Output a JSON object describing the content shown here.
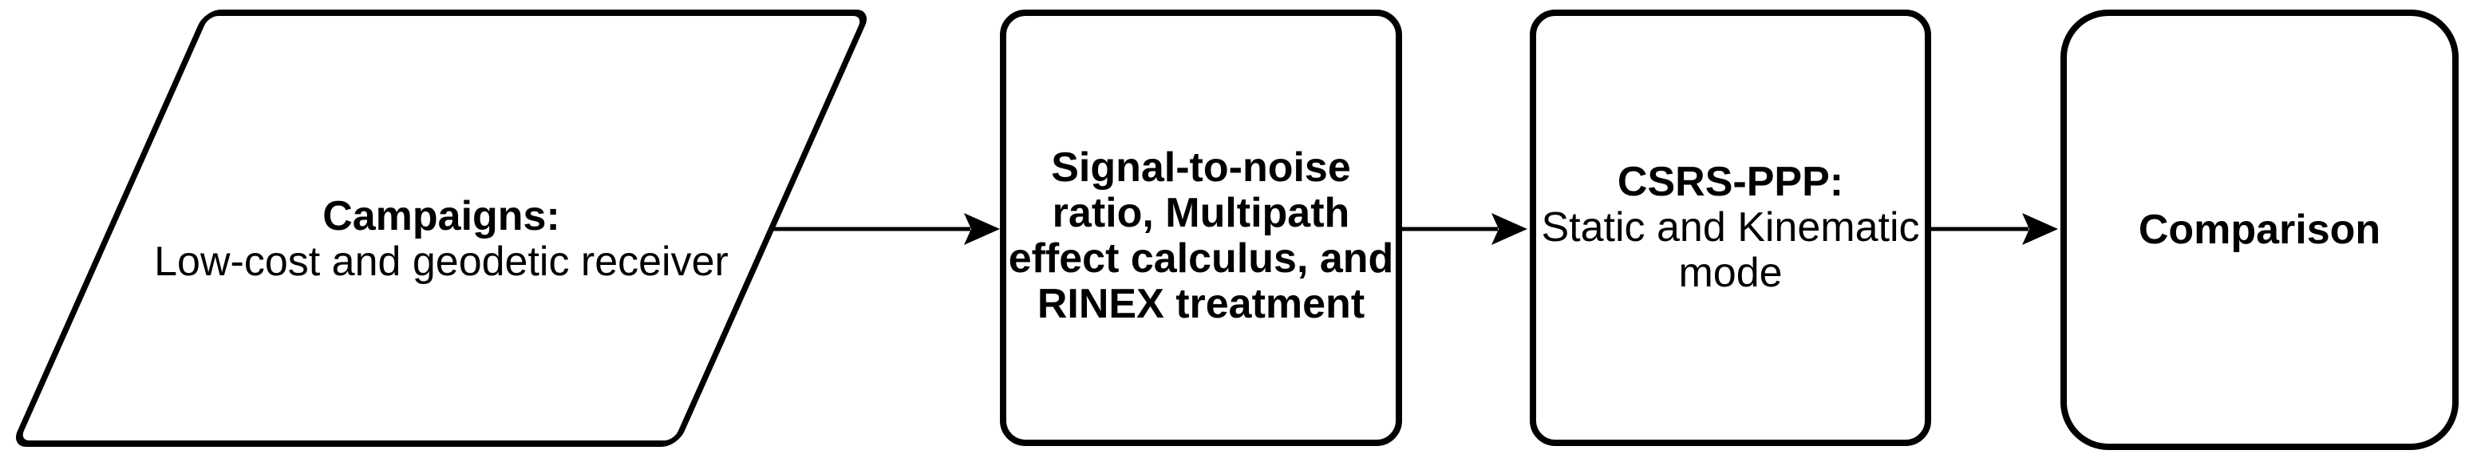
{
  "canvas": {
    "background_color": "#ffffff",
    "stroke_color": "#000000"
  },
  "flowchart": {
    "nodes": [
      {
        "id": "campaigns",
        "shape": "parallelogram",
        "title": "Campaigns:",
        "body": "Low-cost and geodetic receiver"
      },
      {
        "id": "signal-processing",
        "shape": "rounded-rectangle",
        "title": "Signal-to-noise\nratio, Multipath\neffect calculus, and\nRINEX treatment",
        "body": ""
      },
      {
        "id": "csrs-ppp",
        "shape": "rounded-rectangle",
        "title": "CSRS-PPP:",
        "body": "Static and Kinematic\nmode"
      },
      {
        "id": "comparison",
        "shape": "rounded-rectangle",
        "title": "Comparison",
        "body": ""
      }
    ],
    "connections": [
      {
        "from": "campaigns",
        "to": "signal-processing"
      },
      {
        "from": "signal-processing",
        "to": "csrs-ppp"
      },
      {
        "from": "csrs-ppp",
        "to": "comparison"
      }
    ]
  }
}
